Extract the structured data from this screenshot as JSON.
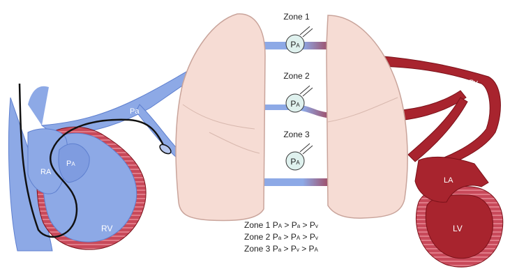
{
  "zones": [
    {
      "label": "Zone 1",
      "sensor": "P",
      "sensor_sub": "A"
    },
    {
      "label": "Zone 2",
      "sensor": "P",
      "sensor_sub": "A"
    },
    {
      "label": "Zone 3",
      "sensor": "P",
      "sensor_sub": "A"
    }
  ],
  "heart_labels": {
    "ra": "RA",
    "rv": "RV",
    "la": "LA",
    "lv": "LV",
    "pa_main": "P",
    "pa_main_sub": "A",
    "pa_artery": "Pa",
    "pv": "Pv"
  },
  "legend": [
    {
      "zone": "Zone 1",
      "parts": [
        "P",
        "A",
        " > P",
        "a",
        " > P",
        "v"
      ]
    },
    {
      "zone": "Zone 2",
      "parts": [
        "P",
        "a",
        " > P",
        "A",
        " > P",
        "v"
      ]
    },
    {
      "zone": "Zone 3",
      "parts": [
        "P",
        "a",
        " > P",
        "v",
        " > P",
        "A"
      ]
    }
  ],
  "colors": {
    "venous_blue": "#8da9e6",
    "venous_blue_dark": "#5e7fcf",
    "arterial_red": "#a8242e",
    "arterial_red_dark": "#7a1018",
    "lung_pink": "#f6dcd4",
    "lung_outline": "#c9a49b",
    "sensor_fill": "#dff1ee"
  }
}
